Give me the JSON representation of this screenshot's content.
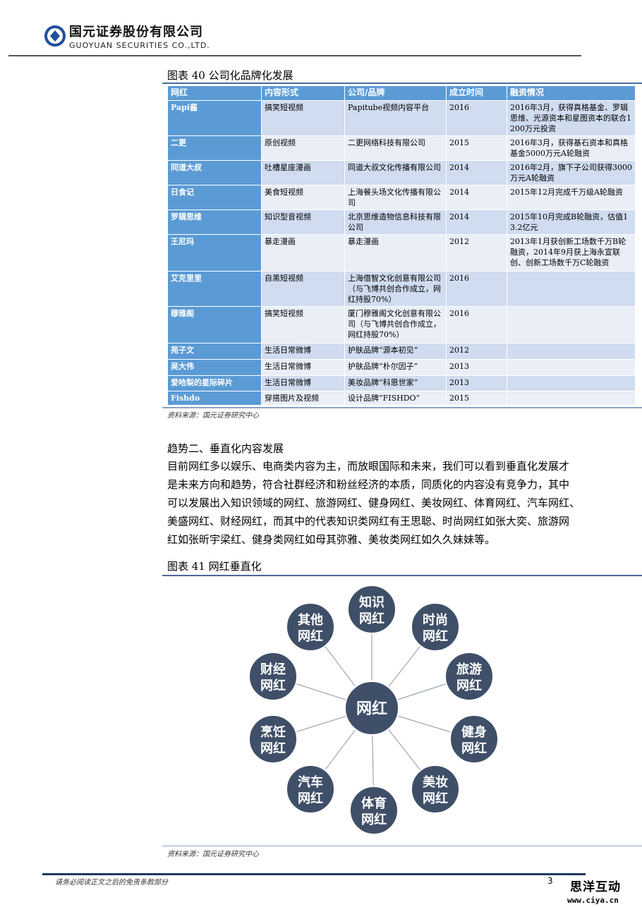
{
  "header": {
    "company_cn": "国元证券股份有限公司",
    "company_en": "GUOYUAN SECURITIES CO.,LTD."
  },
  "figure40": {
    "title": "图表 40 公司化品牌化发展",
    "source": "资料来源：国元证券研究中心",
    "columns": [
      "网红",
      "内容形式",
      "公司/品牌",
      "成立时间",
      "融资情况"
    ],
    "rows": [
      [
        "Papi酱",
        "搞笑短视频",
        "Papitube视频内容平台",
        "2016",
        "2016年3月，获得真格基金、罗辑思维、光源资本和星图资本的联合1200万元投资"
      ],
      [
        "二更",
        "原创视频",
        "二更网络科技有限公司",
        "2015",
        "2016年3月，获得基石资本和真格基金5000万元A轮融资"
      ],
      [
        "同道大叔",
        "吐槽星座漫画",
        "同道大叔文化传播有限公司",
        "2014",
        "2016年2月，旗下子公司获得3000万元A轮融资"
      ],
      [
        "日食记",
        "美食短视频",
        "上海餐头场文化传播有限公司",
        "2014",
        "2015年12月完成千万级A轮融资"
      ],
      [
        "罗辑思维",
        "知识型音视频",
        "北京思维造物信息科技有限公司",
        "2014",
        "2015年10月完成B轮融资，估值13.2亿元"
      ],
      [
        "王尼玛",
        "暴走漫画",
        "暴走漫画",
        "2012",
        "2013年1月获创新工场数千万B轮融资，2014年9月获上海永宣联创、创新工场数千万C轮融资"
      ],
      [
        "艾克里里",
        "自黑短视频",
        "上海借智文化创意有限公司（与飞博共创合作成立，网红持股70%）",
        "2016",
        ""
      ],
      [
        "穆雅阁",
        "搞笑短视频",
        "厦门穆雅阁文化创意有限公司（与飞博共创合作成立，网红持股70%）",
        "2016",
        ""
      ],
      [
        "苑子文",
        "生活日常微博",
        "护肤品牌“源本初见”",
        "2012",
        ""
      ],
      [
        "吴大伟",
        "生活日常微博",
        "护肤品牌“朴尔因子”",
        "2013",
        ""
      ],
      [
        "爱哈梨的星际碎片",
        "生活日常微博",
        "美妆品牌“科恩世家”",
        "2013",
        ""
      ],
      [
        "Fishdo",
        "穿搭图片及视频",
        "设计品牌“FISHDO”",
        "2015",
        ""
      ]
    ]
  },
  "section": {
    "heading": "趋势二、垂直化内容发展",
    "lines": [
      "目前网红多以娱乐、电商类内容为主，而放眼国际和未来，我们可以看到垂直化发展才",
      "是未来方向和趋势，符合社群经济和粉丝经济的本质，同质化的内容没有竞争力，其中",
      "可以发展出入知识领域的网红、旅游网红、健身网红、美妆网红、体育网红、汽车网红、",
      "美盛网红、财经网红，而其中的代表知识类网红有王思聪、时尚网红如张大奕、旅游网",
      "红如张昕宇梁红、健身类网红如母其弥雅、美妆类网红如久久妹妹等。"
    ]
  },
  "figure41": {
    "title": "图表 41 网红垂直化",
    "source": "资料来源：国元证券研究中心",
    "center": "网红",
    "nodes": [
      [
        "知识",
        "网红"
      ],
      [
        "时尚",
        "网红"
      ],
      [
        "旅游",
        "网红"
      ],
      [
        "健身",
        "网红"
      ],
      [
        "美妆",
        "网红"
      ],
      [
        "体育",
        "网红"
      ],
      [
        "汽车",
        "网红"
      ],
      [
        "烹饪",
        "网红"
      ],
      [
        "财经",
        "网红"
      ],
      [
        "其他",
        "网红"
      ]
    ],
    "node_color": "#3f4f68"
  },
  "footer": {
    "disclaimer": "请务必阅读正文之后的免责条款部分",
    "page": "3",
    "watermark_cn": "思洋互动",
    "watermark_url": "www.ciya.cn"
  }
}
